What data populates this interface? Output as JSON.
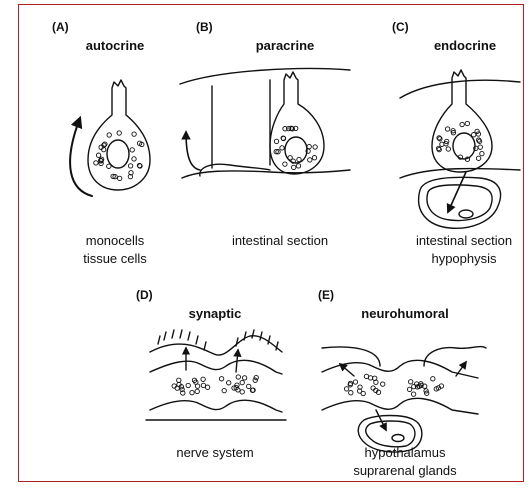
{
  "panels": {
    "a": {
      "letter": "(A)",
      "title": "autocrine",
      "caption": [
        "monocells",
        "tissue cells"
      ]
    },
    "b": {
      "letter": "(B)",
      "title": "paracrine",
      "caption": [
        "intestinal section"
      ]
    },
    "c": {
      "letter": "(C)",
      "title": "endocrine",
      "caption": [
        "intestinal section",
        "hypophysis"
      ]
    },
    "d": {
      "letter": "(D)",
      "title": "synaptic",
      "caption": [
        "nerve system"
      ]
    },
    "e": {
      "letter": "(E)",
      "title": "neurohumoral",
      "caption": [
        "hypothalamus",
        "suprarenal glands"
      ]
    }
  },
  "colors": {
    "border": "#b01f24",
    "ink": "#111111"
  }
}
